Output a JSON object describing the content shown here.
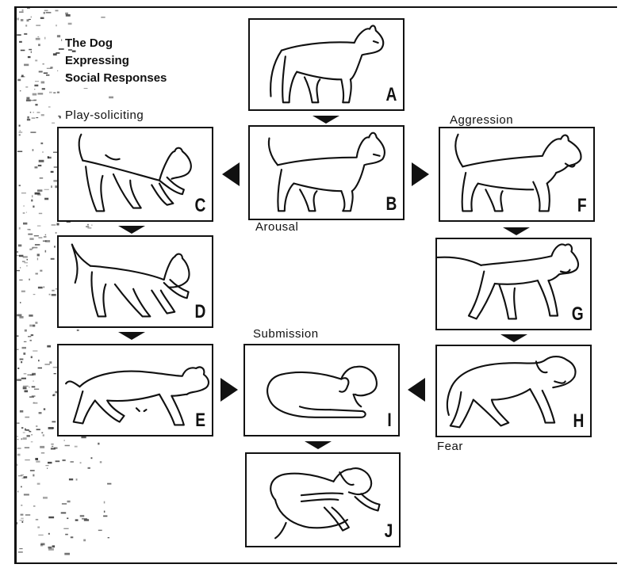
{
  "title_lines": [
    "The Dog",
    "Expressing",
    "Social Responses"
  ],
  "captions": {
    "play_soliciting": "Play-soliciting",
    "aggression": "Aggression",
    "arousal": "Arousal",
    "submission": "Submission",
    "fear": "Fear"
  },
  "panels": {
    "a": "A",
    "b": "B",
    "c": "C",
    "d": "D",
    "e": "E",
    "f": "F",
    "g": "G",
    "h": "H",
    "i": "I",
    "j": "J"
  }
}
